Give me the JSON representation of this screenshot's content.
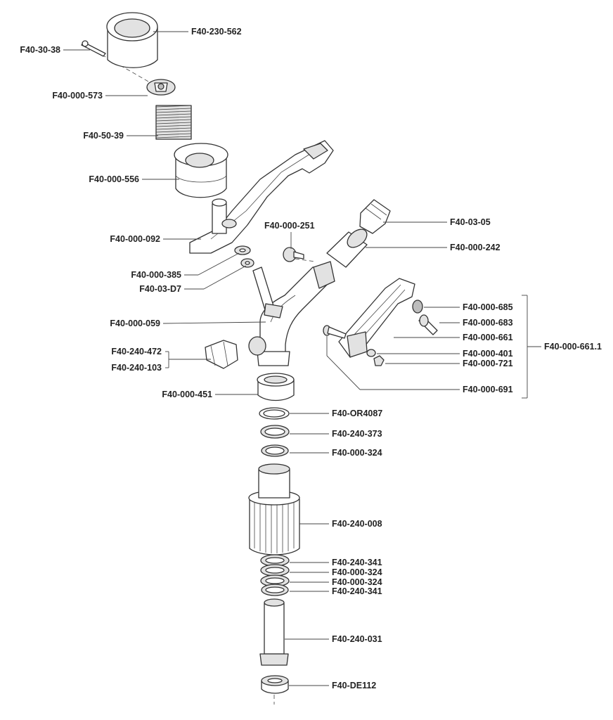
{
  "labels": {
    "f40_230_562": "F40-230-562",
    "f40_30_38": "F40-30-38",
    "f40_000_573": "F40-000-573",
    "f40_50_39": "F40-50-39",
    "f40_000_556": "F40-000-556",
    "f40_03_05": "F40-03-05",
    "f40_000_251": "F40-000-251",
    "f40_000_242": "F40-000-242",
    "f40_000_092": "F40-000-092",
    "f40_000_385": "F40-000-385",
    "f40_03_d7": "F40-03-D7",
    "f40_000_685": "F40-000-685",
    "f40_000_059": "F40-000-059",
    "f40_000_683": "F40-000-683",
    "f40_000_661": "F40-000-661",
    "f40_000_661_1": "F40-000-661.1",
    "f40_240_472": "F40-240-472",
    "f40_000_401": "F40-000-401",
    "f40_000_721": "F40-000-721",
    "f40_240_103": "F40-240-103",
    "f40_000_691": "F40-000-691",
    "f40_000_451": "F40-000-451",
    "f40_or4087": "F40-OR4087",
    "f40_240_373": "F40-240-373",
    "f40_000_324_a": "F40-000-324",
    "f40_240_008": "F40-240-008",
    "f40_240_341_a": "F40-240-341",
    "f40_000_324_b": "F40-000-324",
    "f40_000_324_c": "F40-000-324",
    "f40_240_341_b": "F40-240-341",
    "f40_240_031": "F40-240-031",
    "f40_de112": "F40-DE112"
  }
}
